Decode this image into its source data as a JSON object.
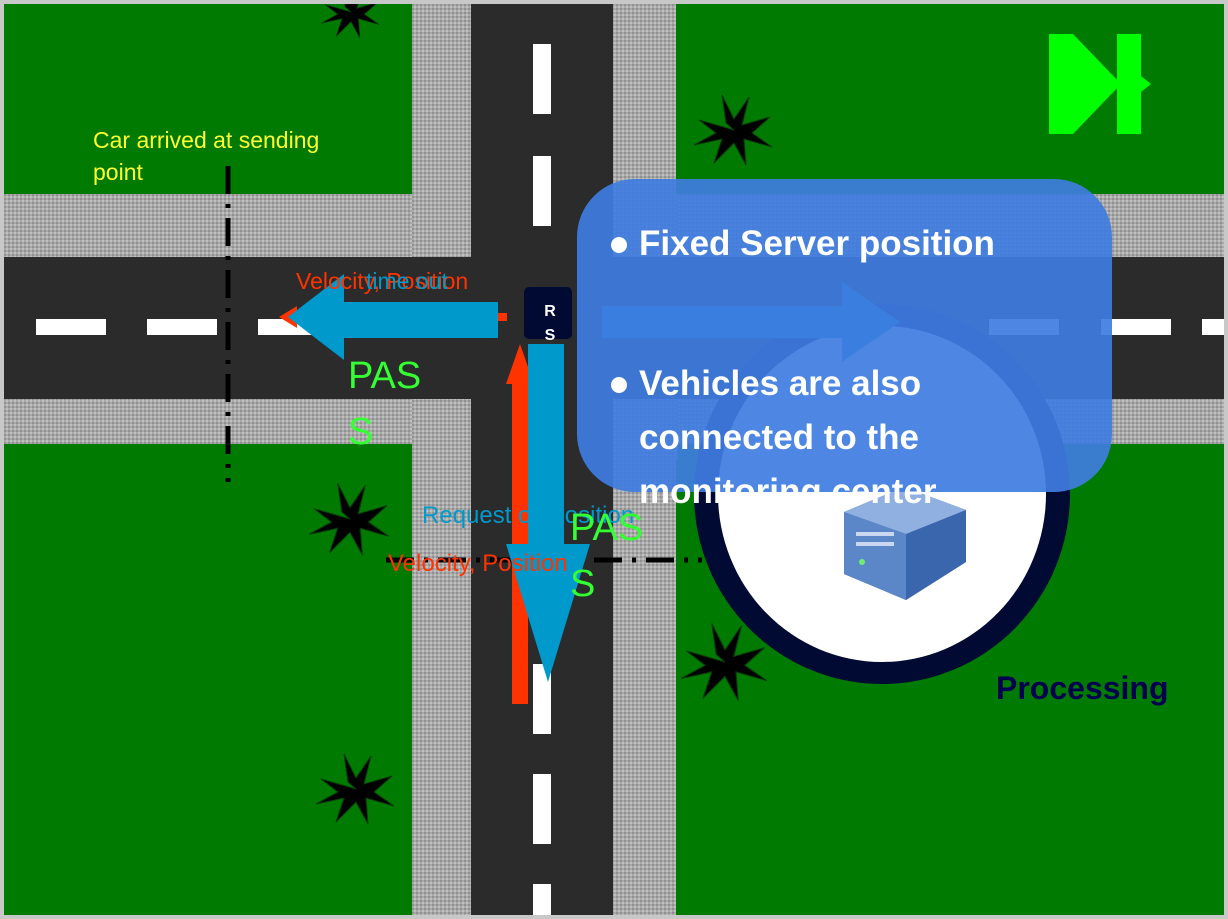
{
  "labels": {
    "car_arrived": "Car arrived at sending point",
    "velocity_position_top": "Velocity, Position",
    "time_out": "time out",
    "rs_box": "R S",
    "pass_left": "PAS S",
    "pass_right": "PAS S",
    "request_position": "Request on position",
    "velocity_position_bottom": "Velocity, Position",
    "processing": "Processing"
  },
  "overlay": {
    "bullets": [
      "Fixed Server position",
      "Vehicles are also connected to the monitoring center"
    ]
  },
  "icons": [
    "palm-tree-icon",
    "server-icon",
    "arrow-icon",
    "skip-forward-icon"
  ],
  "colors": {
    "grass": "#007a00",
    "road": "#2b2b2b",
    "sidewalk": "#a9a9a9",
    "arrow_blue": "#0099cc",
    "arrow_red": "#ff3300",
    "label_yellow": "#ffff33",
    "label_green": "#33ff33",
    "overlay_blue": "#3f7de1",
    "processing_navy": "#000050",
    "nav_green": "#00ff00"
  }
}
